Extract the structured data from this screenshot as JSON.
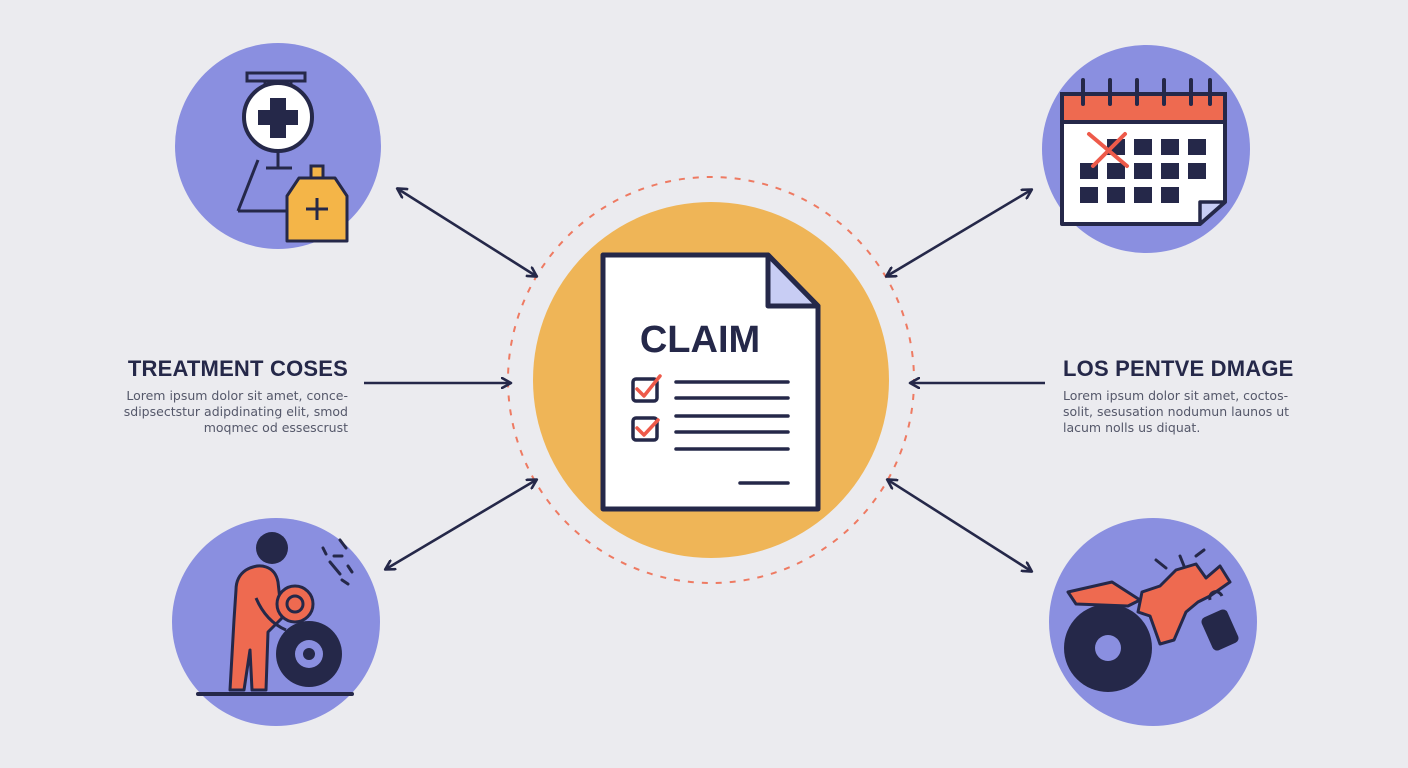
{
  "center": {
    "title": "CLAIM"
  },
  "left_panel": {
    "title": "TREATMENT COSES",
    "lines": [
      "Lorem ipsum dolor sit amet, conce-",
      "sdipsectstur adipdinating elit, smod",
      "moqmec od essescrust"
    ]
  },
  "right_panel": {
    "title": "LOS PENTVE DMAGE",
    "lines": [
      "Lorem ipsum dolor sit amet, coctos-",
      "solit, sesusation nodumun launos ut",
      "lacum nolls us diquat."
    ]
  },
  "icons": [
    "medical-cross-icon",
    "calendar-icon",
    "injured-person-icon",
    "damaged-motorcycle-icon",
    "claim-document-icon"
  ],
  "colors": {
    "background": "#ebebef",
    "circle_purple": "#8a8fe0",
    "circle_orange": "#efb557",
    "navy": "#252849",
    "coral": "#ee6a50",
    "amber": "#f4b548"
  }
}
